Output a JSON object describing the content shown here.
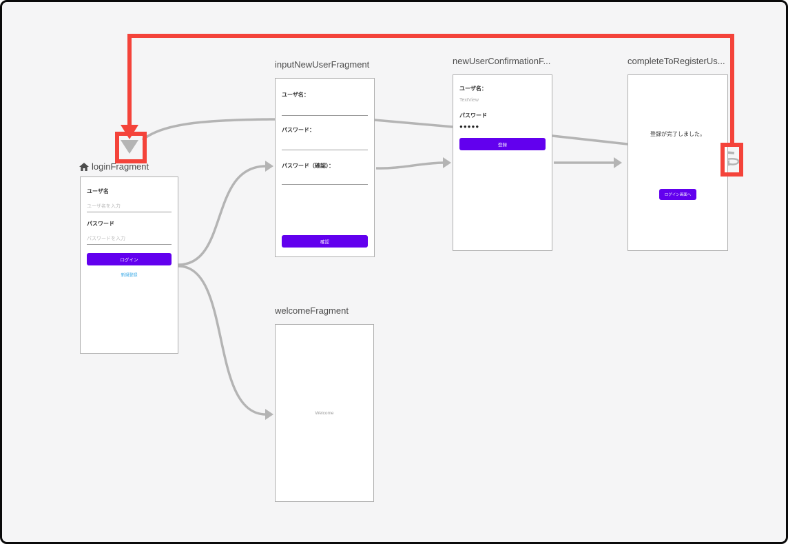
{
  "colors": {
    "primary_button": "#6200ee",
    "link_blue": "#35a7e6",
    "edge_gray": "#b4b4b4",
    "annotation_red": "#f4433a",
    "canvas_background": "#f5f5f6"
  },
  "fragments": {
    "login": {
      "title": "loginFragment",
      "username_label": "ユーザ名",
      "username_placeholder": "ユーザ名を入力",
      "password_label": "パスワード",
      "password_placeholder": "パスワードを入力",
      "login_button": "ログイン",
      "register_link": "新規登録"
    },
    "input_new_user": {
      "title": "inputNewUserFragment",
      "username_label": "ユーザ名：",
      "password_label": "パスワード：",
      "password_confirm_label": "パスワード（確認）：",
      "confirm_button": "確認"
    },
    "new_user_confirmation": {
      "title": "newUserConfirmationF...",
      "username_label": "ユーザ名：",
      "username_value": "TextView",
      "password_label": "パスワード",
      "password_value": "●●●●●",
      "register_button": "登録"
    },
    "complete_to_register": {
      "title": "completeToRegisterUs...",
      "message": "登録が完了しました。",
      "to_login_button": "ログイン画面へ"
    },
    "welcome": {
      "title": "welcomeFragment",
      "message": "Welcome"
    }
  },
  "edges": [
    {
      "from": "loginFragment",
      "to": "inputNewUserFragment"
    },
    {
      "from": "loginFragment",
      "to": "welcomeFragment"
    },
    {
      "from": "inputNewUserFragment",
      "to": "newUserConfirmationFragment"
    },
    {
      "from": "newUserConfirmationFragment",
      "to": "completeToRegisterUserFragment"
    },
    {
      "from": "completeToRegisterUserFragment",
      "to": "loginFragment"
    }
  ]
}
